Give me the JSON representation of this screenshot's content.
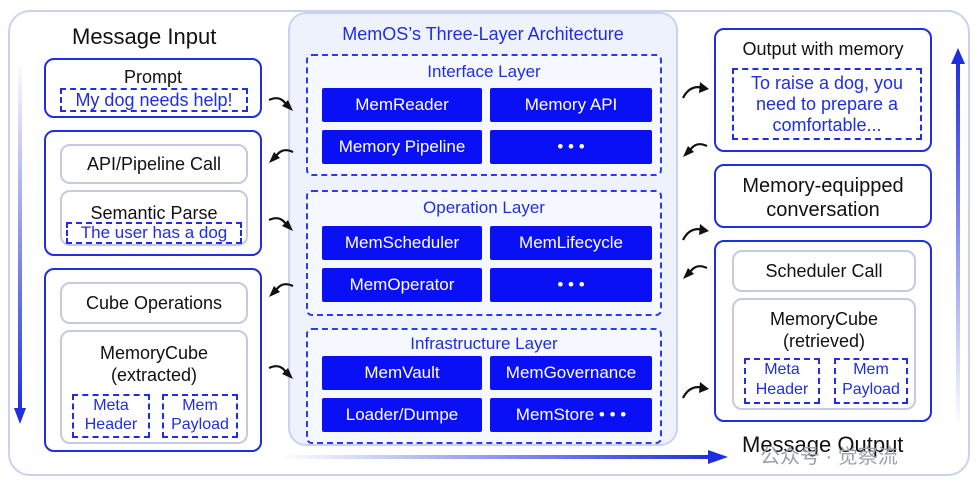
{
  "left": {
    "title": "Message Input",
    "prompt": {
      "label": "Prompt",
      "text": "My dog needs help!"
    },
    "api_call": "API/Pipeline Call",
    "semantic": {
      "label": "Semantic Parse",
      "text": "The user has a dog"
    },
    "cube_ops": "Cube Operations",
    "cube": {
      "label_line1": "MemoryCube",
      "label_line2": "(extracted)",
      "meta": [
        "Meta",
        "Header"
      ],
      "mem": [
        "Mem",
        "Payload"
      ]
    }
  },
  "center": {
    "title": "MemOS’s Three-Layer Architecture",
    "layers": [
      {
        "title": "Interface Layer",
        "items": [
          "MemReader",
          "Memory API",
          "Memory Pipeline",
          "• • •"
        ]
      },
      {
        "title": "Operation Layer",
        "items": [
          "MemScheduler",
          "MemLifecycle",
          "MemOperator",
          "• • •"
        ]
      },
      {
        "title": "Infrastructure Layer",
        "items": [
          "MemVault",
          "MemGovernance",
          "Loader/Dumpe",
          "MemStore • • •"
        ]
      }
    ]
  },
  "right": {
    "output": {
      "label": "Output with memory",
      "text": [
        "To raise a dog, you",
        "need to prepare a",
        "comfortable..."
      ]
    },
    "conversation": [
      "Memory-equipped",
      "conversation"
    ],
    "scheduler": "Scheduler Call",
    "cube": {
      "label_line1": "MemoryCube",
      "label_line2": "(retrieved)",
      "meta": [
        "Meta",
        "Header"
      ],
      "mem": [
        "Mem",
        "Payload"
      ]
    },
    "title": "Message Output"
  },
  "watermark": "公众号 · 觉察流",
  "colors": {
    "accent": "#1f2fe0",
    "fill": "#0a10f5",
    "panel_bg": "#eef2fc",
    "frame": "#c9d3ee"
  },
  "icons": [
    "curved-arrow-right-icon",
    "curved-arrow-left-icon",
    "flow-arrow-icon"
  ]
}
